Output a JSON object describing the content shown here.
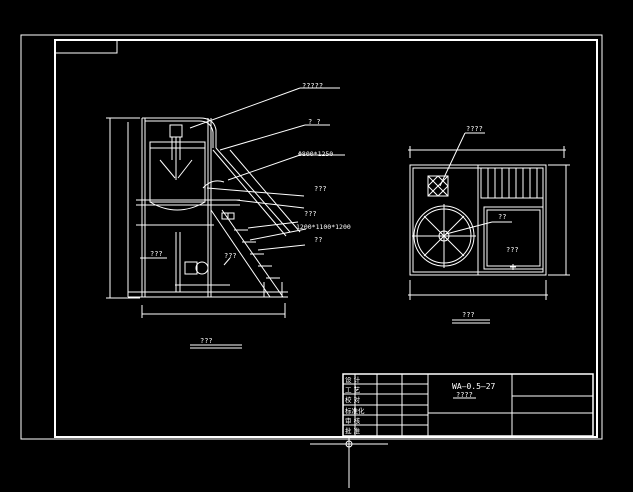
{
  "front_view": {
    "callouts": [
      "?????",
      "? ?",
      "Φ800*1250",
      "???",
      "???",
      "1200*1100*1200",
      "??",
      "???",
      "???"
    ],
    "caption": "???"
  },
  "top_view": {
    "callouts": [
      "????",
      "??",
      "???"
    ],
    "caption": "???"
  },
  "title_block": {
    "rows": [
      "设 计",
      "工 艺",
      "校 对",
      "标准化",
      "审 核",
      "批 准"
    ],
    "drawing_number": "WA—0.5—27",
    "drawing_name": "????"
  },
  "colors": {
    "background": "#000000",
    "lines": "#ffffff"
  }
}
